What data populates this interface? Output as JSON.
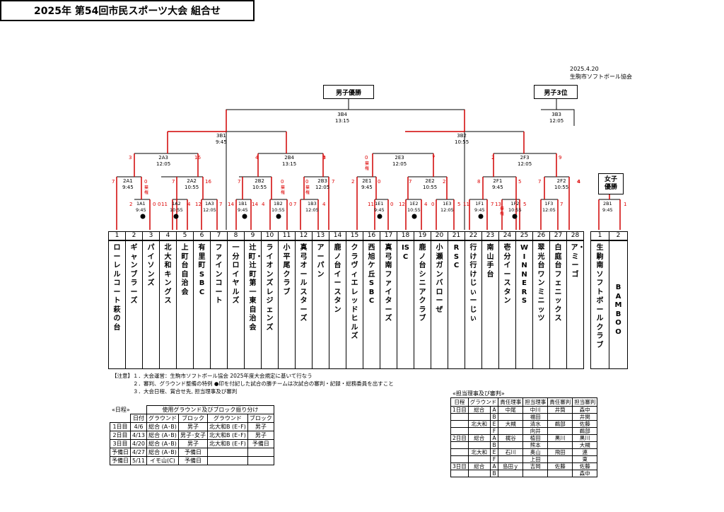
{
  "title": "2025年 第54回市民スポーツ大会 組合せ",
  "date": "2025.4.20",
  "org": "生駒市ソフトボール協会",
  "boxes": {
    "men_champion": "男子優勝",
    "men_third": "男子3位",
    "women_champion": "女子\n優勝"
  },
  "games": {
    "g3b4": "3B4\n13:15",
    "g3b3": "3B3\n12:05",
    "g3b1": "3B1\n9:45",
    "g3b2": "3B2\n10:55",
    "g2a3": "2A3\n12:05",
    "g2b4": "2B4\n13:15",
    "g2e3": "2E3\n12:05",
    "g2f3": "2F3\n12:05",
    "g2a1": "2A1\n9:45",
    "g2a2": "2A2\n10:55",
    "g2b2": "2B2\n10:55",
    "g2b3": "2B3\n12:05",
    "g2e1": "2E1\n9:45",
    "g2e2": "2E2\n10:55",
    "g2f1": "2F1\n9:45",
    "g2f2": "2F2\n10:55",
    "g1a1": "1A1\n9:45",
    "g1a2": "1A2\n10:55",
    "g1a3": "1A3\n12:05",
    "g1b1": "1B1\n9:45",
    "g1b2": "1B2\n10:55",
    "g1b3": "1B3\n12:05",
    "g1e1": "1E1\n9:45",
    "g1e2": "1E2\n10:55",
    "g1e3": "1E3\n12:05",
    "g1f1": "1F1\n9:45",
    "g1f2": "1F2\n10:55",
    "g1f3": "1F3\n12:05",
    "g2b1": "2B1\n9:45"
  },
  "scores": [
    "3",
    "16",
    "4",
    "3",
    "0",
    "7",
    "2",
    "9",
    "7",
    "0",
    "7",
    "16",
    "7",
    "0",
    "0",
    "7",
    "2",
    "0",
    "7",
    "2",
    "8",
    "5",
    "7",
    "4",
    "2",
    "0",
    "0",
    "11",
    "4",
    "12",
    "7",
    "14",
    "14",
    "4",
    "0",
    "7",
    "4",
    "11",
    "0",
    "12",
    "4",
    "0",
    "5",
    "11",
    "7",
    "13",
    "5",
    "7",
    "1"
  ],
  "forfeit": "棄権",
  "men_teams": [
    {
      "no": "1",
      "name": "ローレルコート萩の台"
    },
    {
      "no": "2",
      "name": "ギャンブラーズ"
    },
    {
      "no": "3",
      "name": "パイソンズ"
    },
    {
      "no": "4",
      "name": "北大和キングス"
    },
    {
      "no": "5",
      "name": "上町台自治会"
    },
    {
      "no": "6",
      "name": "有里町SBC"
    },
    {
      "no": "7",
      "name": "ファインコート"
    },
    {
      "no": "8",
      "name": "一分ロイヤルズ"
    },
    {
      "no": "9",
      "name": "辻町・辻町第一東自治会"
    },
    {
      "no": "10",
      "name": "ライオンズレジェンズ"
    },
    {
      "no": "11",
      "name": "小平尾クラブ"
    },
    {
      "no": "12",
      "name": "真弓オールスターズ"
    },
    {
      "no": "13",
      "name": "アーパン"
    },
    {
      "no": "14",
      "name": "鹿ノ台イースタン"
    },
    {
      "no": "15",
      "name": "クラヴィエレッドヒルズ"
    },
    {
      "no": "16",
      "name": "西旭ケ丘SBC"
    },
    {
      "no": "17",
      "name": "真弓南ファイターズ"
    },
    {
      "no": "18",
      "name": "ISC"
    },
    {
      "no": "19",
      "name": "鹿ノ台シニアクラブ"
    },
    {
      "no": "20",
      "name": "小瀬ガンバローぜ"
    },
    {
      "no": "21",
      "name": "RSC"
    },
    {
      "no": "22",
      "name": "行け行けじぃーじぃ"
    },
    {
      "no": "23",
      "name": "南山手台"
    },
    {
      "no": "24",
      "name": "壱分イースタン"
    },
    {
      "no": "25",
      "name": "WINNERS"
    },
    {
      "no": "26",
      "name": "翠光台ワンミニッツ"
    },
    {
      "no": "27",
      "name": "白庭台フェニックス"
    },
    {
      "no": "28",
      "name": "ア・ミーゴ"
    }
  ],
  "women_teams": [
    {
      "no": "1",
      "name": "生駒南ソフトボールクラブ"
    },
    {
      "no": "2",
      "name": "BAMBOO"
    }
  ],
  "notes": {
    "label": "【注意】",
    "line1": "１．大会運営：生駒市ソフトボール協会 2025年度大会規定に基いて行なう",
    "line2": "２．審判、グラウンド整備の特例 ●印を付記した試合の勝チームは次試合の審判・記録・総務委員を出すこと",
    "line3": "３．大会日程、賞合せ先, 担当理事及び審判"
  },
  "schedule": {
    "label": "«日程»",
    "group_header": "使用グラウンド及びブロック振り分け",
    "headers": [
      "日付",
      "グラウンド",
      "ブロック",
      "グラウンド",
      "ブロック"
    ],
    "rows": [
      [
        "1日目",
        "4/6",
        "総合 (A･B)",
        "男子",
        "北大和B (E･F)",
        "男子"
      ],
      [
        "2日目",
        "4/13",
        "総合 (A･B)",
        "男子･女子",
        "北大和B (E･F)",
        "男子"
      ],
      [
        "3日目",
        "4/20",
        "総合 (A･B)",
        "男子",
        "北大和B (E･F)",
        "予備日"
      ],
      [
        "予備日",
        "4/27",
        "総合 (A･B)",
        "予備日",
        "",
        ""
      ],
      [
        "予備日",
        "5/11",
        "イモ山(C)",
        "予備日",
        "",
        ""
      ]
    ]
  },
  "duty": {
    "label": "«担当理事及び審判»",
    "headers": [
      "日程",
      "グラウンド",
      "",
      "責任理事",
      "担当理事",
      "責任審判",
      "担当審判"
    ],
    "rows": [
      [
        "1日目",
        "総合",
        "A",
        "中尾",
        "中川",
        "井筒",
        "森中"
      ],
      [
        "",
        "",
        "B",
        "",
        "福田",
        "",
        "井関"
      ],
      [
        "",
        "北大和",
        "E",
        "大槻",
        "清水",
        "鵜部",
        "佐藤"
      ],
      [
        "",
        "",
        "F",
        "",
        "向井",
        "",
        "鵜部"
      ],
      [
        "2日目",
        "総合",
        "A",
        "梶谷",
        "植田",
        "黒川",
        "黒川"
      ],
      [
        "",
        "",
        "B",
        "",
        "熊本",
        "",
        "大槻"
      ],
      [
        "",
        "北大和",
        "E",
        "石川",
        "奥山",
        "飛田",
        "連"
      ],
      [
        "",
        "",
        "F",
        "",
        "上田",
        "",
        "東"
      ],
      [
        "3日目",
        "総合",
        "A",
        "島田ｙ",
        "吉岡",
        "佐藤",
        "佐藤"
      ],
      [
        "",
        "",
        "B",
        "",
        "",
        "",
        "森中"
      ]
    ]
  }
}
